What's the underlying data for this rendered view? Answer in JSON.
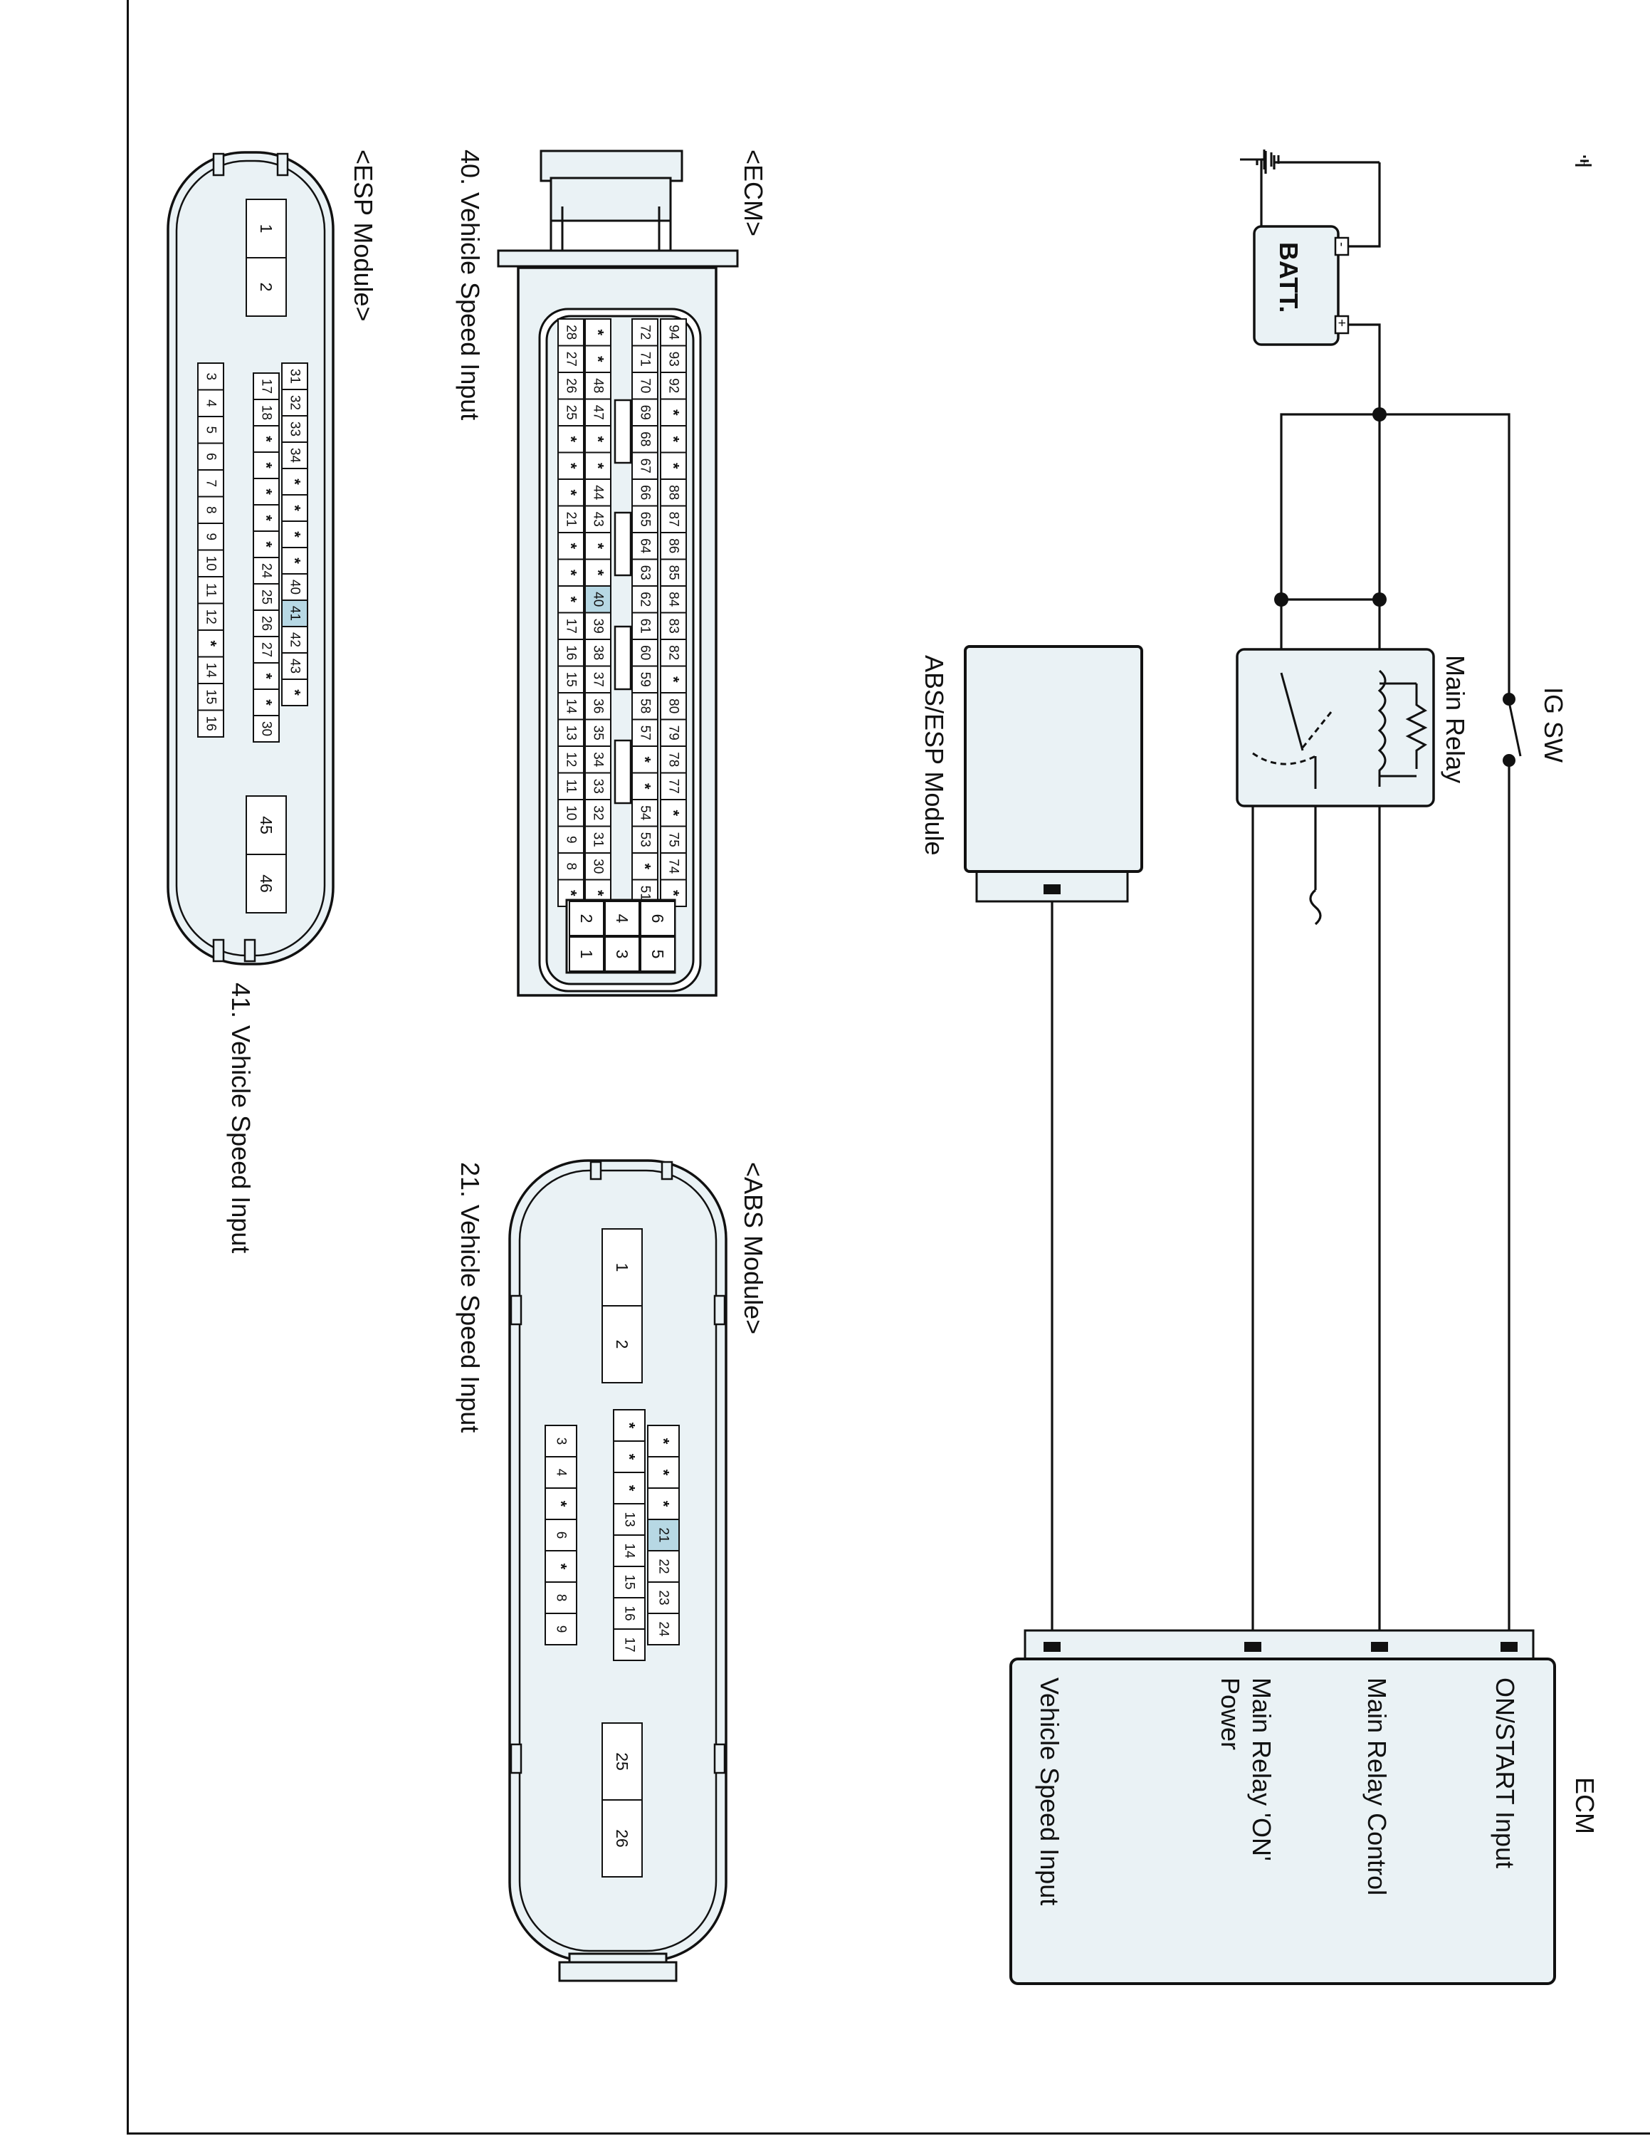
{
  "circuit": {
    "battery_label": "BATT.",
    "battery_pos": "+",
    "battery_neg": "-",
    "ig_sw_label": "IG SW",
    "main_relay_label": "Main Relay",
    "abs_esp_module_label": "ABS/ESP Module",
    "ecm_label": "ECM",
    "ecm_pins": [
      "ON/START Input",
      "Main Relay Control",
      "Main Relay 'ON'",
      "Power",
      "Vehicle Speed Input"
    ]
  },
  "connectors": {
    "esp": {
      "title": "<ESP Module>",
      "caption": "41. Vehicle Speed Input",
      "highlight": "41",
      "row_top": [
        "31",
        "32",
        "33",
        "34",
        "*",
        "*",
        "*",
        "*",
        "40",
        "41",
        "42",
        "43",
        "*"
      ],
      "row_mid": [
        "17",
        "18",
        "*",
        "*",
        "*",
        "*",
        "*",
        "24",
        "25",
        "26",
        "27",
        "*",
        "*",
        "30"
      ],
      "row_bot": [
        "3",
        "4",
        "5",
        "6",
        "7",
        "8",
        "9",
        "10",
        "11",
        "12",
        "*",
        "14",
        "15",
        "16"
      ],
      "power_a": [
        "1",
        "2"
      ],
      "power_b": [
        "45",
        "46"
      ]
    },
    "ecm": {
      "title": "<ECM>",
      "caption": "40. Vehicle Speed Input",
      "highlight": "40",
      "rows": [
        [
          "94",
          "93",
          "92",
          "*",
          "*",
          "*",
          "88",
          "87",
          "86",
          "85",
          "84",
          "83",
          "82",
          "*",
          "80",
          "79",
          "78",
          "77",
          "*",
          "75",
          "74",
          "*"
        ],
        [
          "72",
          "71",
          "70",
          "69",
          "68",
          "67",
          "66",
          "65",
          "64",
          "63",
          "62",
          "61",
          "60",
          "59",
          "58",
          "57",
          "*",
          "*",
          "54",
          "53",
          "*",
          "51"
        ],
        [
          "*",
          "*",
          "48",
          "47",
          "*",
          "*",
          "44",
          "43",
          "*",
          "*",
          "40",
          "39",
          "38",
          "37",
          "36",
          "35",
          "34",
          "33",
          "32",
          "31",
          "30",
          "*"
        ],
        [
          "28",
          "27",
          "26",
          "25",
          "*",
          "*",
          "*",
          "21",
          "*",
          "*",
          "*",
          "17",
          "16",
          "15",
          "14",
          "13",
          "12",
          "11",
          "10",
          "9",
          "8",
          "*"
        ]
      ],
      "power_cols": [
        [
          "6",
          "5"
        ],
        [
          "4",
          "3"
        ],
        [
          "2",
          "1"
        ]
      ]
    },
    "abs": {
      "title": "<ABS Module>",
      "caption": "21. Vehicle Speed Input",
      "highlight": "21",
      "row_a": [
        "*",
        "*",
        "*",
        "21",
        "22",
        "23",
        "24"
      ],
      "row_b": [
        "*",
        "*",
        "*",
        "13",
        "14",
        "15",
        "16",
        "17"
      ],
      "row_c": [
        "3",
        "4",
        "*",
        "6",
        "*",
        "8",
        "9"
      ],
      "power_a": [
        "1",
        "2"
      ],
      "power_b": [
        "25",
        "26"
      ]
    }
  }
}
